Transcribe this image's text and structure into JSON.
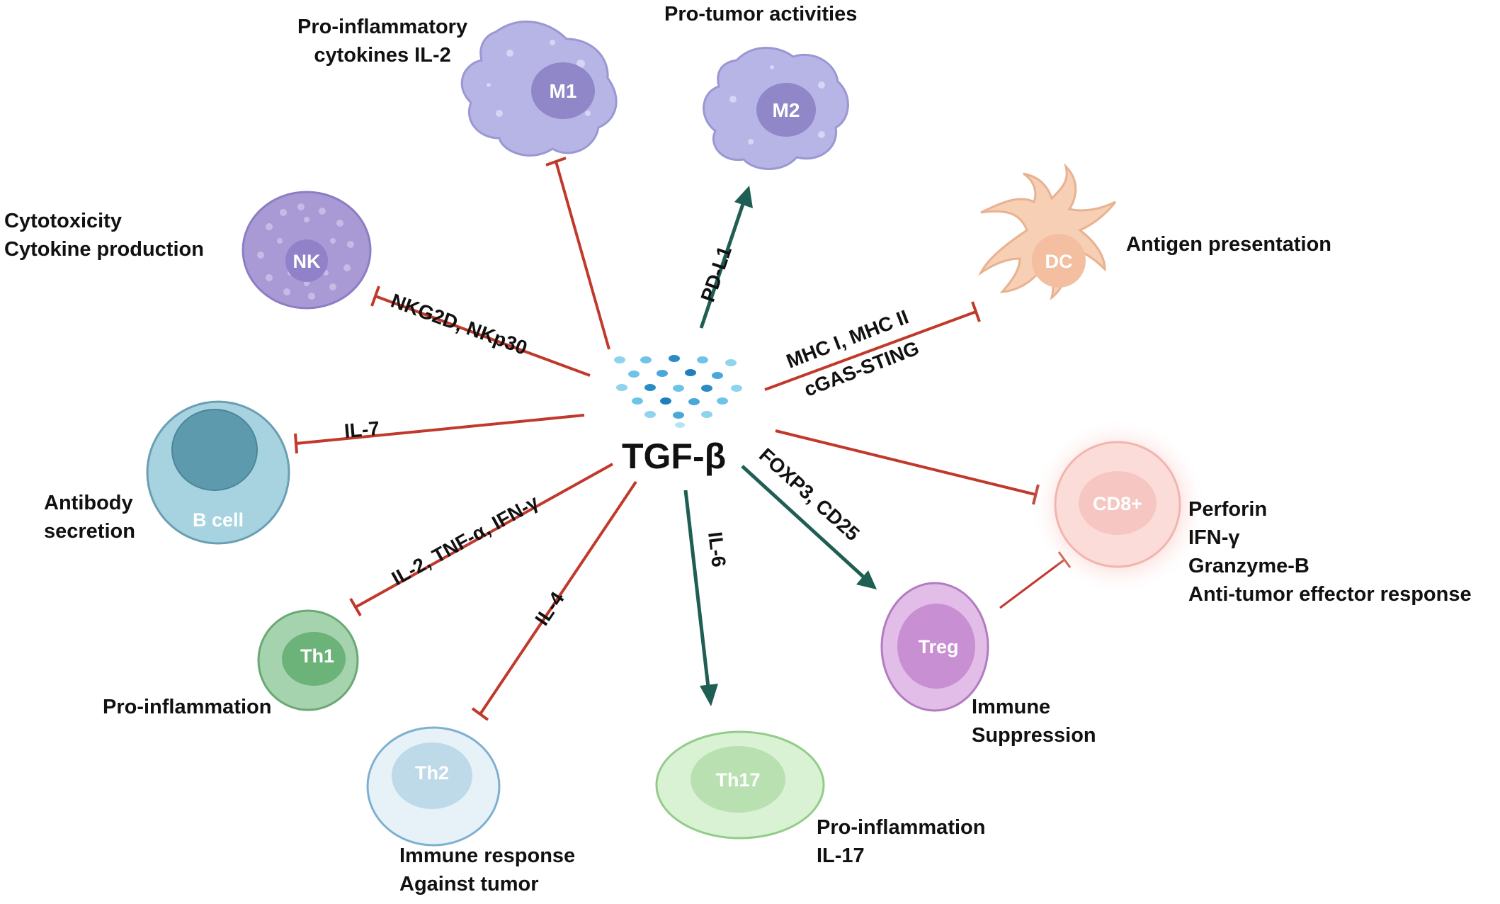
{
  "center": {
    "label": "TGF-β"
  },
  "cells": {
    "m1": {
      "name": "M1"
    },
    "m2": {
      "name": "M2"
    },
    "nk": {
      "name": "NK"
    },
    "dc": {
      "name": "DC"
    },
    "bcell": {
      "name": "B cell"
    },
    "cd8": {
      "name": "CD8+"
    },
    "th1": {
      "name": "Th1"
    },
    "th2": {
      "name": "Th2"
    },
    "th17": {
      "name": "Th17"
    },
    "treg": {
      "name": "Treg"
    }
  },
  "edges": {
    "m2": {
      "label": "PD-L1",
      "effect": "activates"
    },
    "m1": {
      "label": "",
      "effect": "inhibits"
    },
    "nk": {
      "label": "NKG2D, NKp30",
      "effect": "inhibits"
    },
    "dc": {
      "label_line1": "MHC I, MHC II",
      "label_line2": "cGAS-STING",
      "effect": "inhibits"
    },
    "bcell": {
      "label": "IL-7",
      "effect": "inhibits"
    },
    "cd8": {
      "label": "",
      "effect": "inhibits"
    },
    "th1": {
      "label": "IL-2,  TNF-α, IFN-γ",
      "effect": "inhibits"
    },
    "th2": {
      "label": "IL-4",
      "effect": "inhibits"
    },
    "th17": {
      "label": "IL-6",
      "effect": "activates"
    },
    "treg": {
      "label": "FOXP3, CD25",
      "effect": "activates"
    },
    "treg_cd8": {
      "label": "",
      "effect": "inhibits"
    }
  },
  "outcomes": {
    "m1": [
      "Pro-inflammatory",
      "cytokines IL-2"
    ],
    "m2": [
      "Pro-tumor activities"
    ],
    "nk": [
      "Cytotoxicity",
      "Cytokine production"
    ],
    "dc": [
      "Antigen presentation"
    ],
    "bcell": [
      "Antibody",
      "secretion"
    ],
    "cd8": [
      "Perforin",
      "IFN-γ",
      "Granzyme-B",
      "Anti-tumor effector response"
    ],
    "th1": [
      "Pro-inflammation"
    ],
    "th2": [
      "Immune response",
      "Against tumor"
    ],
    "th17": [
      "Pro-inflammation",
      "IL-17"
    ],
    "treg": [
      "Immune",
      "Suppression"
    ]
  },
  "colors": {
    "inhibit": "#c0392b",
    "activate": "#1f5e52",
    "macrophage": "#b7b4e6",
    "nk": "#a99ad6",
    "dc": "#f6cfb5",
    "bcell": "#a7d3e0",
    "cd8": "#f6c7c2",
    "th1": "#a5d3ad",
    "th2": "#d6e8f3",
    "th17": "#d9f2d4",
    "treg": "#d9a9e0"
  }
}
